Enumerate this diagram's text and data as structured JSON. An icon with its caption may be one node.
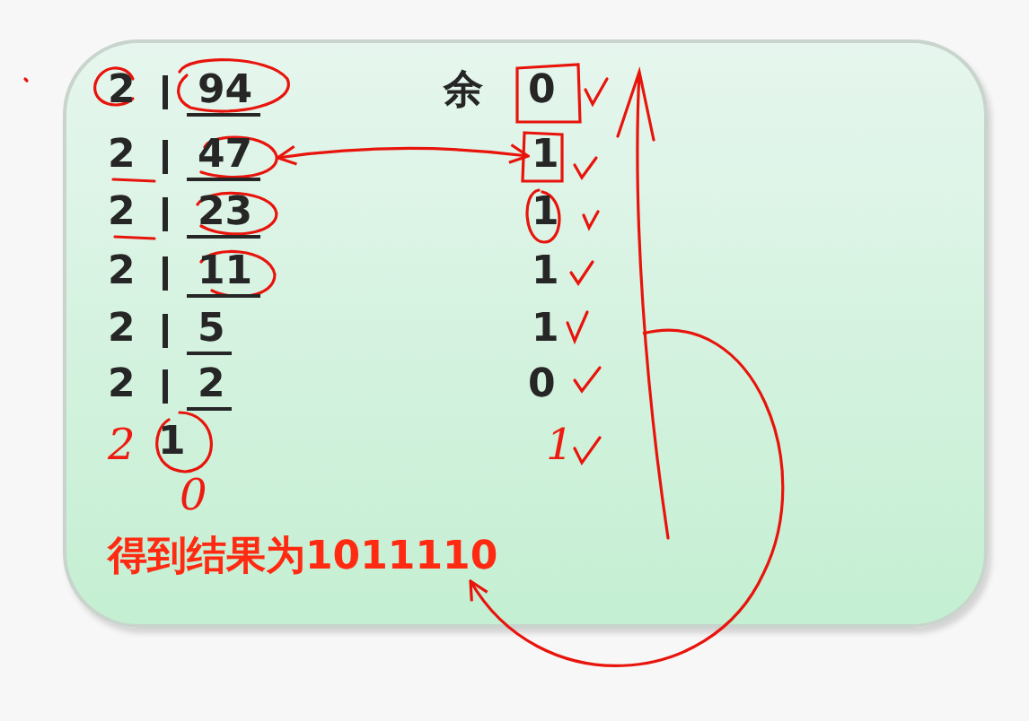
{
  "diagram": {
    "nodes": [
      {
        "text": [],
        "shape": "box"
      },
      {
        "text": [
          "47"
        ],
        "in": 0
      },
      {
        "text": [
          "1"
        ],
        "in": 0
      },
      {
        "text": [
          "得到结果为1011110"
        ],
        "in": 0
      }
    ],
    "edges": [
      {
        "from": 1,
        "to": 2,
        "arrow": "both"
      },
      {
        "from": null,
        "to": 3,
        "arrow": "to"
      }
    ],
    "labels": [
      "2",
      "94",
      "余",
      "0",
      "2",
      "2",
      "23",
      "1",
      "2",
      "11",
      "1",
      "2",
      "5",
      "1",
      "2",
      "2",
      "0",
      "2",
      "1",
      "1",
      "0"
    ]
  }
}
